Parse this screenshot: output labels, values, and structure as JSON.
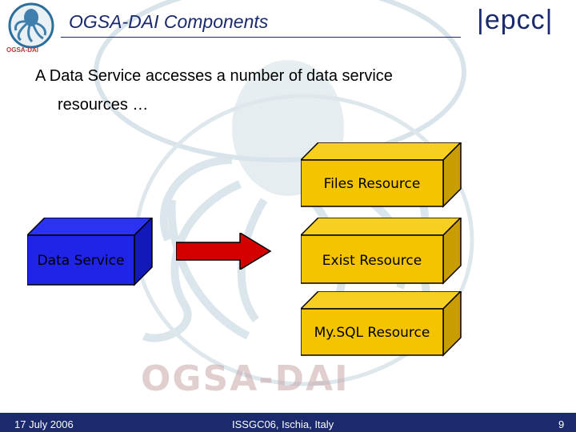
{
  "header": {
    "title": "OGSA-DAI Components",
    "logo_text": "OGSA-DAI",
    "brand": "|epcc|"
  },
  "content": {
    "line1": "A Data Service accesses a number of data service",
    "line2": "resources …"
  },
  "diagram": {
    "data_service": "Data Service",
    "resources": [
      "Files Resource",
      "Exist Resource",
      "My.SQL Resource"
    ]
  },
  "watermark": {
    "text": "OGSA-DAI"
  },
  "footer": {
    "date": "17 July 2006",
    "event": "ISSGC06, Ischia, Italy",
    "page": "9"
  },
  "colors": {
    "data_service_front": "#1f24e6",
    "resource_front": "#f5c400",
    "arrow": "#d40000",
    "footer": "#1a2a6c"
  },
  "icons": [
    "octopus-logo-icon",
    "arrow-right-icon"
  ]
}
